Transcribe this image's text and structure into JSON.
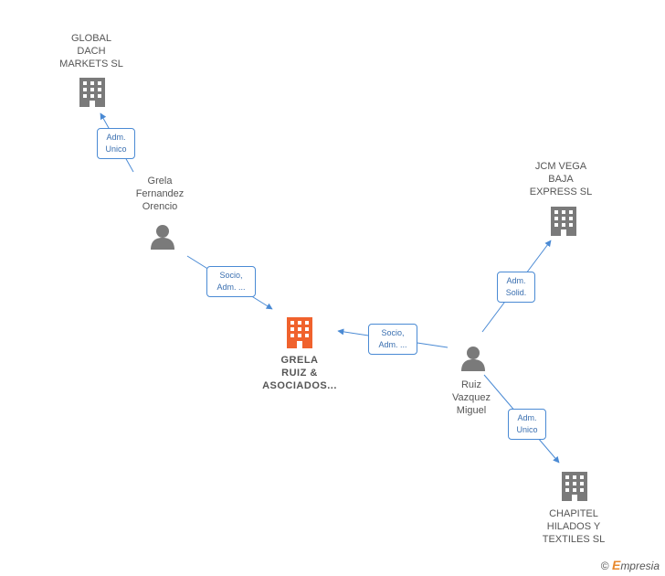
{
  "nodes": {
    "global_dach": "GLOBAL\nDACH\nMARKETS SL",
    "grela_person": "Grela\nFernandez\nOrencio",
    "jcm_vega": "JCM VEGA\nBAJA\nEXPRESS  SL",
    "grela_ruiz": "GRELA\nRUIZ &\nASOCIADOS...",
    "ruiz_person": "Ruiz\nVazquez\nMiguel",
    "chapitel": "CHAPITEL\nHILADOS Y\nTEXTILES  SL"
  },
  "edges": {
    "grela_to_global": "Adm.\nUnico",
    "grela_to_ruiz_co": "Socio,\nAdm. ...",
    "ruiz_to_ruiz_co": "Socio,\nAdm. ...",
    "ruiz_to_jcm": "Adm.\nSolid.",
    "ruiz_to_chapitel": "Adm.\nUnico"
  },
  "brand": {
    "symbol": "©",
    "first_letter": "E",
    "rest": "mpresia"
  },
  "colors": {
    "company": "#7a7a7a",
    "center_company": "#f0622d",
    "person": "#7a7a7a",
    "edge": "#4a8ad4"
  }
}
